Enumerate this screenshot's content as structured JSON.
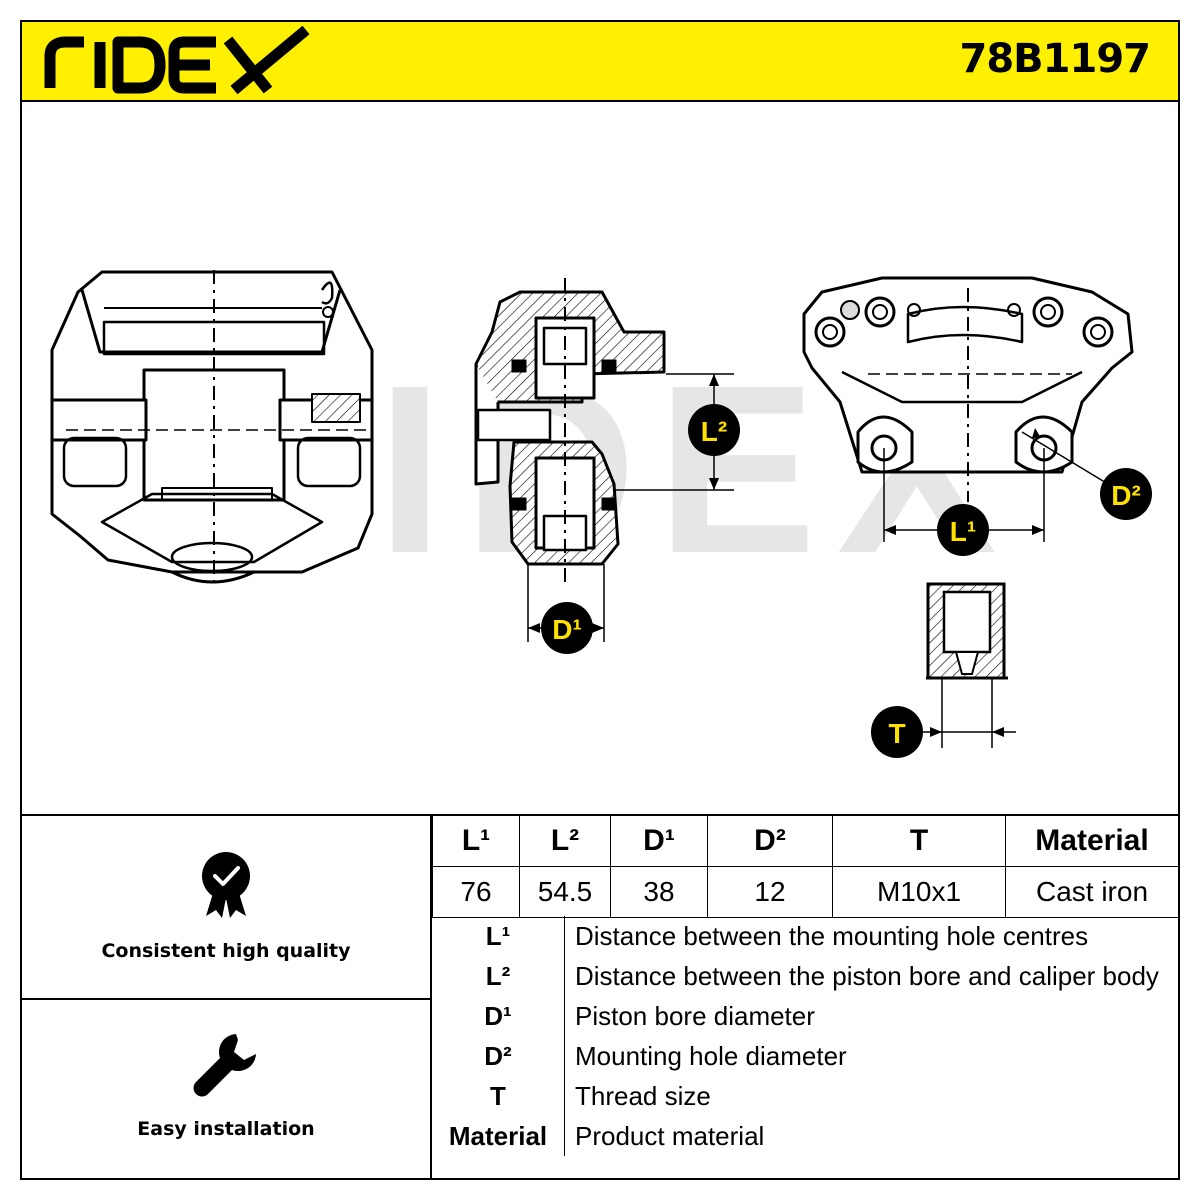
{
  "brand": {
    "logo_text": "RIDEX",
    "watermark": "RIDEX",
    "part_number": "78B1197",
    "colors": {
      "header": "#ffef00",
      "badge": "#000000",
      "badge_text": "#ffe100"
    }
  },
  "drawing": {
    "labels": {
      "l2": "L²",
      "d1": "D¹",
      "l1": "L¹",
      "d2": "D²",
      "t": "T"
    }
  },
  "features": [
    {
      "icon": "quality-badge-icon",
      "label": "Consistent high quality"
    },
    {
      "icon": "wrench-icon",
      "label": "Easy installation"
    }
  ],
  "spec_table": {
    "headers": [
      "L¹",
      "L²",
      "D¹",
      "D²",
      "T",
      "Material"
    ],
    "values": [
      "76",
      "54.5",
      "38",
      "12",
      "M10x1",
      "Cast iron"
    ]
  },
  "legend": [
    {
      "key": "L¹",
      "desc": "Distance between the mounting hole centres"
    },
    {
      "key": "L²",
      "desc": "Distance between the piston bore and caliper body"
    },
    {
      "key": "D¹",
      "desc": "Piston bore diameter"
    },
    {
      "key": "D²",
      "desc": "Mounting hole diameter"
    },
    {
      "key": "T",
      "desc": "Thread size"
    },
    {
      "key": "Material",
      "desc": "Product material"
    }
  ]
}
